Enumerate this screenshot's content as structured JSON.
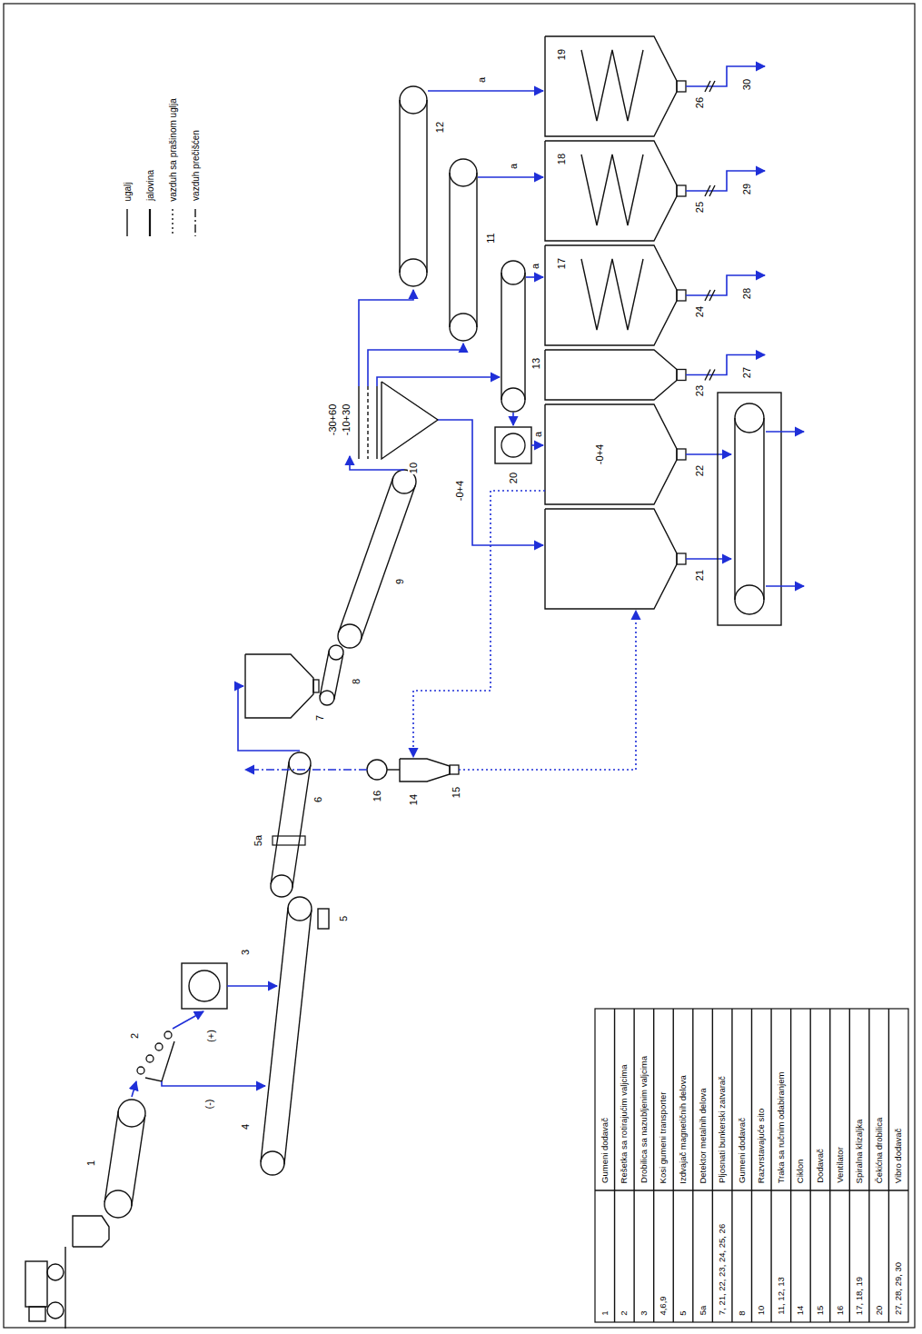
{
  "diagram": {
    "labels": [
      "1",
      "2",
      "(+)",
      "(-)",
      "3",
      "4",
      "5",
      "5a",
      "6",
      "7",
      "8",
      "9",
      "10",
      "-30+60",
      "-10+30",
      "-0+4",
      "11",
      "12",
      "13",
      "14",
      "15",
      "16",
      "17",
      "18",
      "19",
      "20",
      "21",
      "22",
      "23",
      "24",
      "25",
      "26",
      "27",
      "28",
      "29",
      "30",
      "a",
      "a",
      "a",
      "a",
      "-0+4",
      "1",
      "Gumeni dodavač",
      "2",
      "Rešetka sa rotirajućim valjcima",
      "3",
      "Drobilica sa nazubljenim valjcima",
      "4,6,9",
      "Kosi gumeni transporter",
      "5",
      "Izdvajač magnetičnih delova",
      "5a",
      "Detektor metalnih delova",
      "7, 21, 22, 23, 24, 25, 26",
      "Pljosnati bunkerski zatvarač",
      "8",
      "Gumeni dodavač",
      "10",
      "Razvrstavajuće sito",
      "11, 12, 13",
      "Traka sa ručnim odabiranjem",
      "14",
      "Ciklon",
      "15",
      "Dodavač",
      "16",
      "Ventilator",
      "17, 18, 19",
      "Spiralna klizaljka",
      "20",
      "Čekićna drobilica",
      "27, 28, 29, 30",
      "Vibro dodavač"
    ],
    "legend": [
      {
        "text": "ugalj"
      },
      {
        "text": "jalovina"
      },
      {
        "text": "vazduh sa prašinom uglja"
      },
      {
        "text": "vazduh prečišćen"
      }
    ]
  }
}
